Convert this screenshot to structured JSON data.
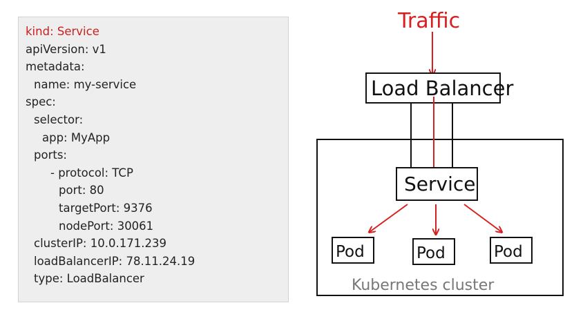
{
  "code": {
    "lines": [
      {
        "text": "kind: Service",
        "indent": 0,
        "accent": true
      },
      {
        "text": "apiVersion: v1",
        "indent": 0
      },
      {
        "text": "metadata:",
        "indent": 0
      },
      {
        "text": "name: my-service",
        "indent": 1
      },
      {
        "text": "spec:",
        "indent": 0
      },
      {
        "text": "selector:",
        "indent": 1
      },
      {
        "text": "app: MyApp",
        "indent": 2
      },
      {
        "text": "ports:",
        "indent": 1
      },
      {
        "text": "- protocol: TCP",
        "indent": 3
      },
      {
        "text": "port: 80",
        "indent": 4
      },
      {
        "text": "targetPort: 9376",
        "indent": 4
      },
      {
        "text": "nodePort: 30061",
        "indent": 4
      },
      {
        "text": "clusterIP: 10.0.171.239",
        "indent": 1
      },
      {
        "text": "loadBalancerIP: 78.11.24.19",
        "indent": 1
      },
      {
        "text": "type: LoadBalancer",
        "indent": 1
      }
    ]
  },
  "diagram": {
    "traffic_label": "Traffic",
    "load_balancer_label": "Load Balancer",
    "service_label": "Service",
    "pods": [
      "Pod",
      "Pod",
      "Pod"
    ],
    "cluster_label": "Kubernetes cluster",
    "colors": {
      "ink": "#111111",
      "arrow": "#d81f1f",
      "cluster_label": "#777777"
    }
  }
}
